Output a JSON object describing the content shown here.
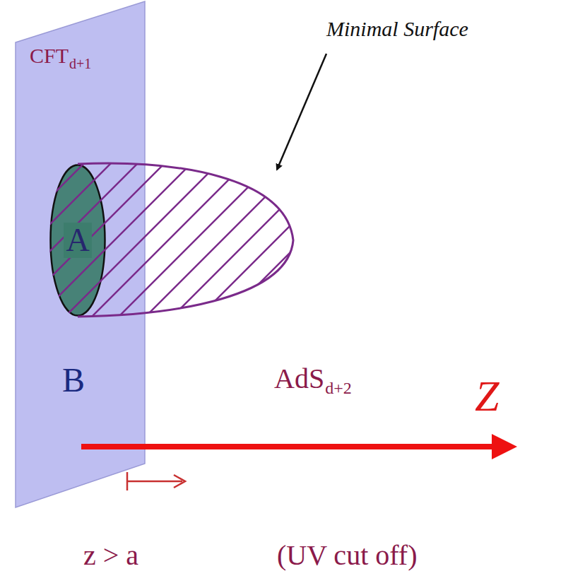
{
  "diagram": {
    "nodes": [
      {
        "text": [
          "CFT",
          "d+1",
          "B"
        ]
      },
      {
        "text": [
          "A"
        ],
        "in": 0
      }
    ],
    "labels": [
      "Minimal Surface",
      "AdS",
      "d+2",
      "Z",
      "z > a",
      "(UV cut off)"
    ]
  }
}
